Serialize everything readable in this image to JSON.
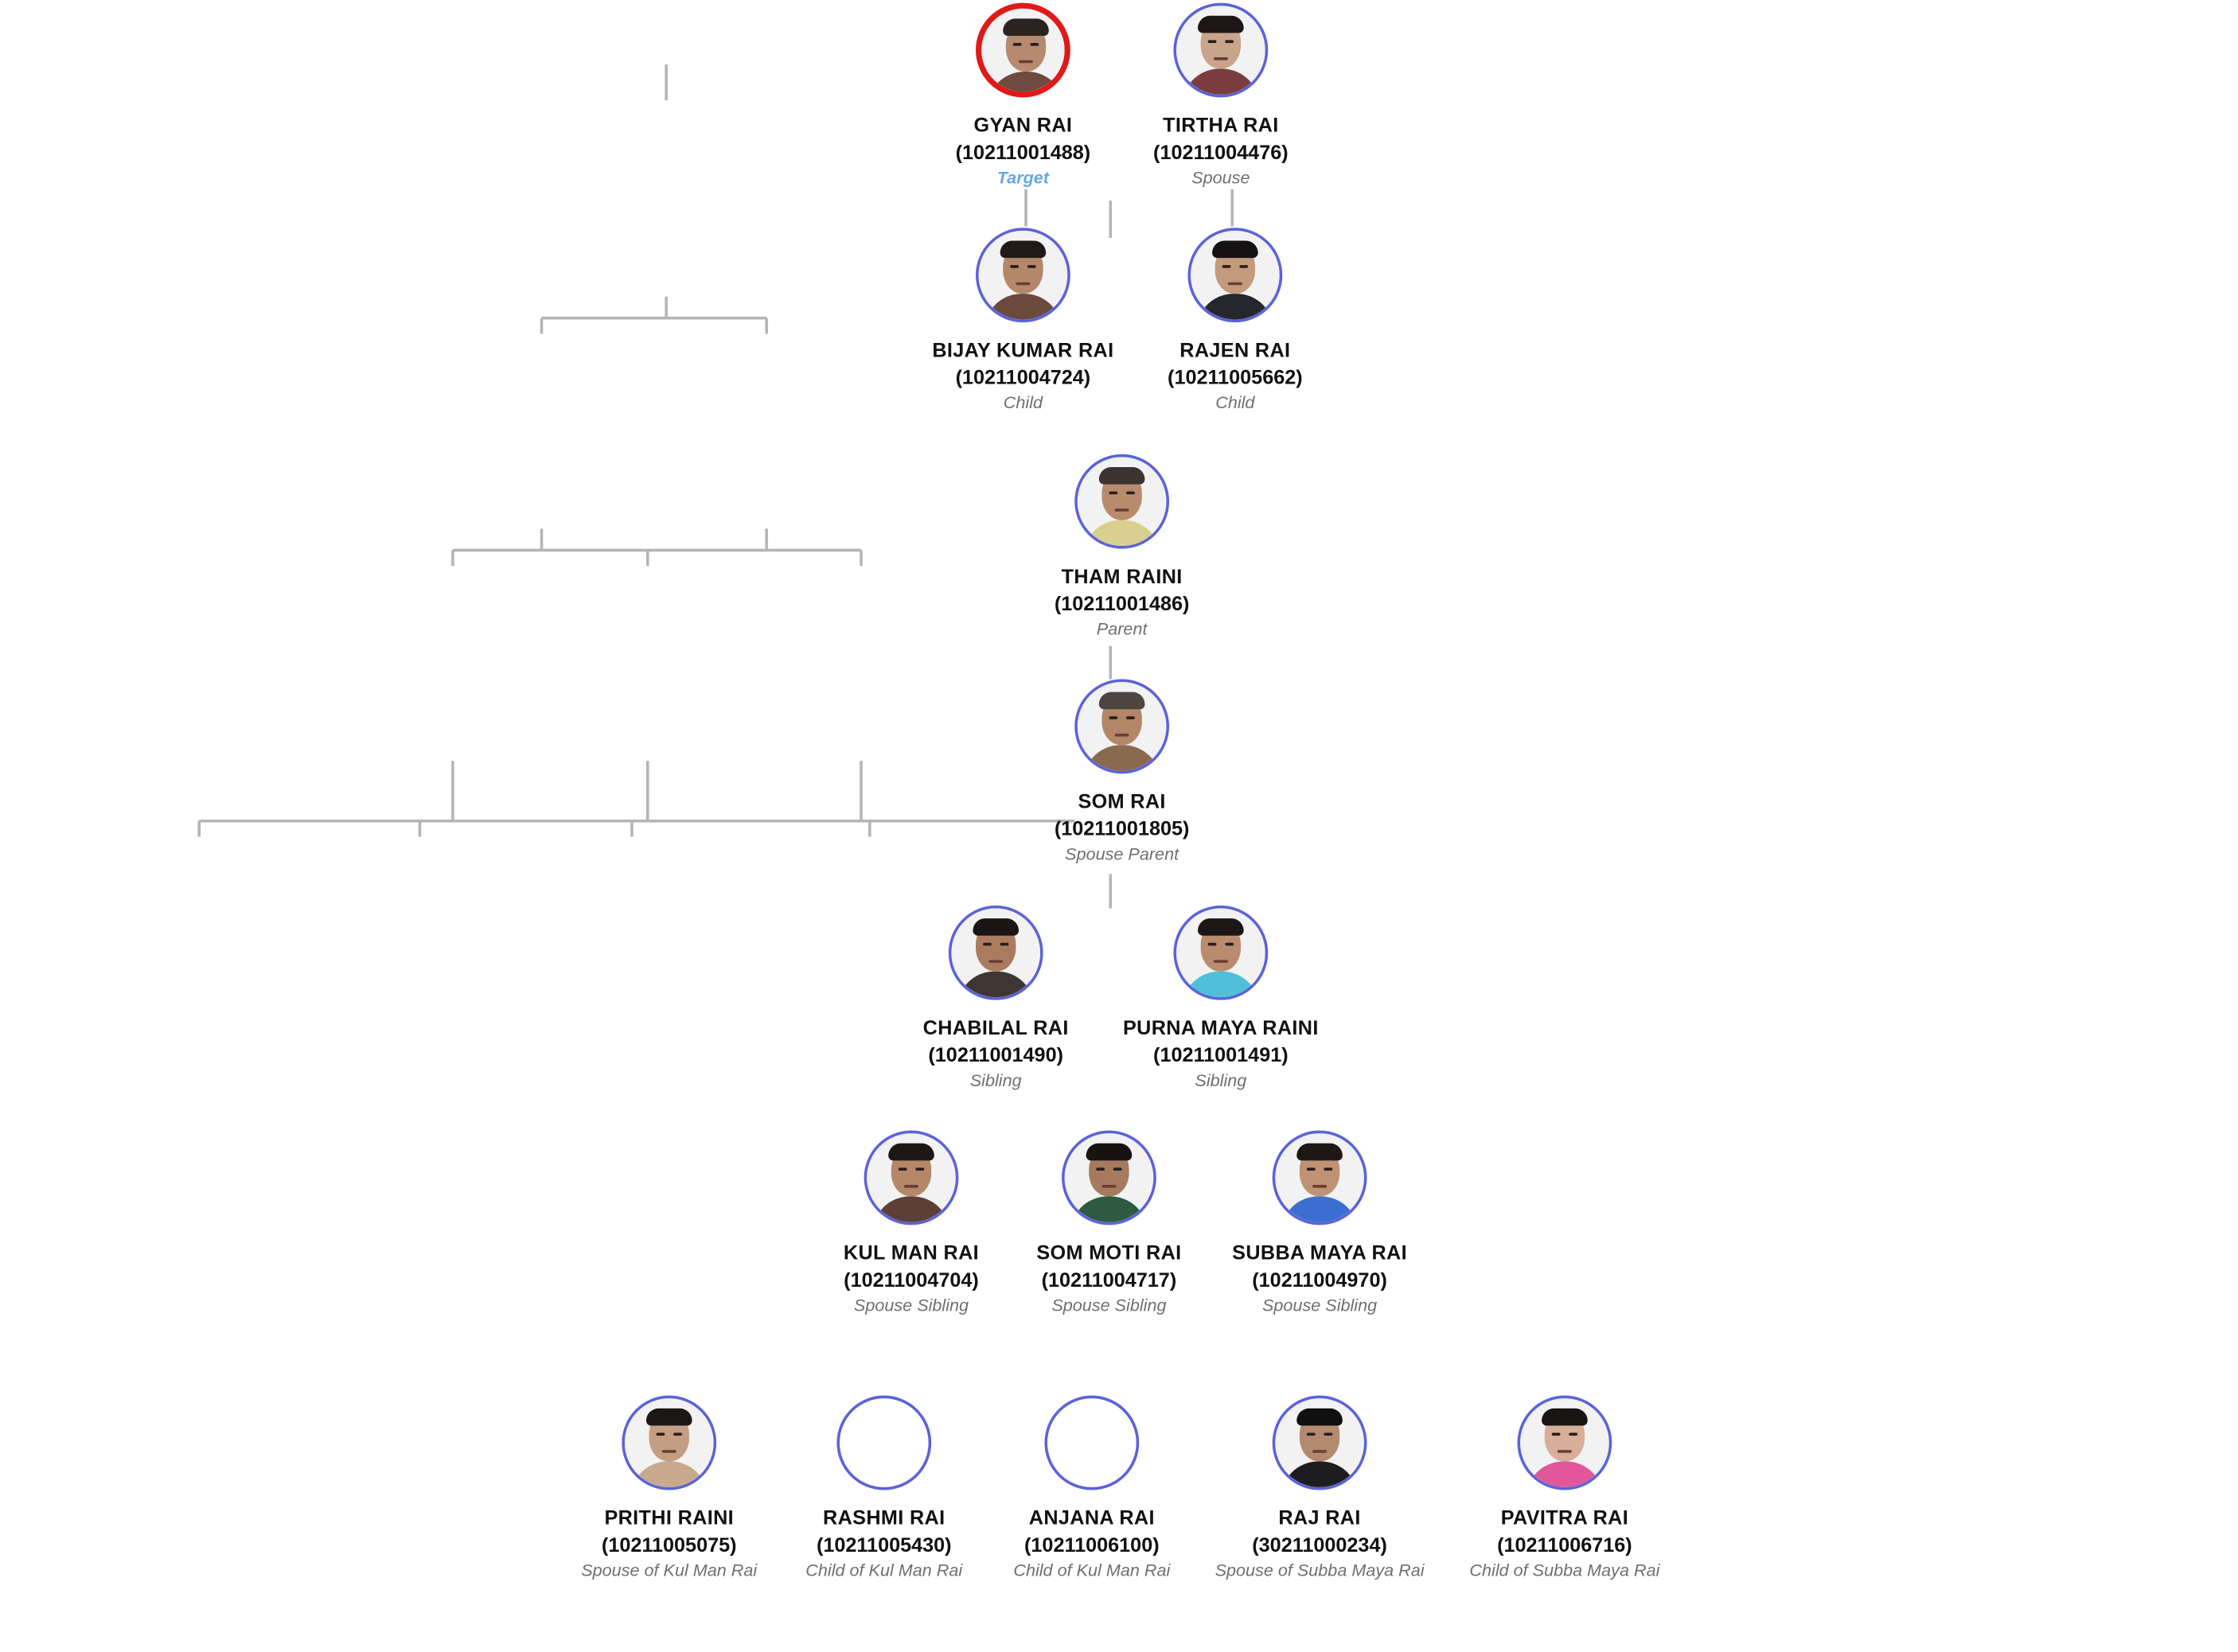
{
  "colors": {
    "avatar_ring": "#5b63d9",
    "target_ring": "#e01919",
    "target_label": "#66a9e3",
    "connector": "#b5b5b5",
    "relation_text": "#6f6f6f"
  },
  "nodes": [
    {
      "key": "gyan",
      "name": "GYAN RAI",
      "cid": "(10211001488)",
      "relation": "Target",
      "is_target": true,
      "photo": {
        "skin": "#b58a6e",
        "hair": "#2a2320",
        "clothes": "#6e4b3c"
      }
    },
    {
      "key": "tirtha",
      "name": "TIRTHA RAI",
      "cid": "(10211004476)",
      "relation": "Spouse",
      "photo": {
        "skin": "#c8a48a",
        "hair": "#1c1716",
        "clothes": "#7a3c3f"
      }
    },
    {
      "key": "bijay",
      "name": "BIJAY KUMAR RAI",
      "cid": "(10211004724)",
      "relation": "Child",
      "photo": {
        "skin": "#b4876b",
        "hair": "#1f1a18",
        "clothes": "#6b4a3e"
      }
    },
    {
      "key": "rajen",
      "name": "RAJEN RAI",
      "cid": "(10211005662)",
      "relation": "Child",
      "photo": {
        "skin": "#c29a7c",
        "hair": "#141212",
        "clothes": "#26272c"
      }
    },
    {
      "key": "tham",
      "name": "THAM RAINI",
      "cid": "(10211001486)",
      "relation": "Parent",
      "photo": {
        "skin": "#b88b6c",
        "hair": "#3a3330",
        "clothes": "#d9cf8f"
      }
    },
    {
      "key": "som",
      "name": "SOM RAI",
      "cid": "(10211001805)",
      "relation": "Spouse Parent",
      "photo": {
        "skin": "#b38668",
        "hair": "#4d4541",
        "clothes": "#8a6a4f"
      }
    },
    {
      "key": "chabilal",
      "name": "CHABILAL RAI",
      "cid": "(10211001490)",
      "relation": "Sibling",
      "photo": {
        "skin": "#a97c60",
        "hair": "#1a1615",
        "clothes": "#3f3533"
      }
    },
    {
      "key": "purna",
      "name": "PURNA MAYA RAINI",
      "cid": "(10211001491)",
      "relation": "Sibling",
      "photo": {
        "skin": "#b98c6f",
        "hair": "#1b1716",
        "clothes": "#4fc0d8"
      }
    },
    {
      "key": "kulman",
      "name": "KUL MAN RAI",
      "cid": "(10211004704)",
      "relation": "Spouse Sibling",
      "photo": {
        "skin": "#b48769",
        "hair": "#1c1816",
        "clothes": "#5c3f35"
      }
    },
    {
      "key": "sommoti",
      "name": "SOM MOTI RAI",
      "cid": "(10211004717)",
      "relation": "Spouse Sibling",
      "photo": {
        "skin": "#a67a5f",
        "hair": "#171312",
        "clothes": "#2d5a40"
      }
    },
    {
      "key": "subba",
      "name": "SUBBA MAYA RAI",
      "cid": "(10211004970)",
      "relation": "Spouse Sibling",
      "photo": {
        "skin": "#bf9276",
        "hair": "#1d1816",
        "clothes": "#3a6fd0"
      }
    },
    {
      "key": "prithi",
      "name": "PRITHI RAINI",
      "cid": "(10211005075)",
      "relation": "Spouse of Kul Man Rai",
      "photo": {
        "skin": "#c49e82",
        "hair": "#1b1716",
        "clothes": "#c7a98e"
      }
    },
    {
      "key": "rashmi",
      "name": "RASHMI RAI",
      "cid": "(10211005430)",
      "relation": "Child of Kul Man Rai",
      "photo": null
    },
    {
      "key": "anjana",
      "name": "ANJANA RAI",
      "cid": "(10211006100)",
      "relation": "Child of Kul Man Rai",
      "photo": null
    },
    {
      "key": "raj",
      "name": "RAJ RAI",
      "cid": "(30211000234)",
      "relation": "Spouse of Subba Maya Rai",
      "photo": {
        "skin": "#b48a6f",
        "hair": "#111010",
        "clothes": "#1d1d1f"
      }
    },
    {
      "key": "pavitra",
      "name": "PAVITRA RAI",
      "cid": "(10211006716)",
      "relation": "Child of Subba Maya Rai",
      "photo": {
        "skin": "#d8ae98",
        "hair": "#181414",
        "clothes": "#e2579a"
      }
    }
  ]
}
